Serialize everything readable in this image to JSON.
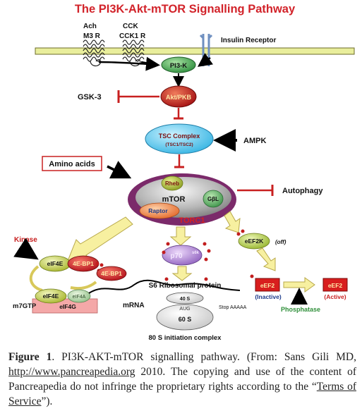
{
  "title": "The PI3K-Akt-mTOR Signalling Pathway",
  "receptors": {
    "ach": "Ach",
    "m3r": "M3 R",
    "cck": "CCK",
    "cck1r": "CCK1 R",
    "insulin_receptor": "Insulin Receptor"
  },
  "nodes": {
    "pi3k": "PI3-K",
    "akt": "Akt/PKB",
    "gsk3": "GSK-3",
    "tsc": "TSC Complex",
    "tsc_sub": "(TSC1/TSC2)",
    "ampk": "AMPK",
    "amino_acids": "Amino acids",
    "rheb": "Rheb",
    "mtor": "mTOR",
    "gbl": "GβL",
    "raptor": "Raptor",
    "torc1": "TORC1",
    "autophagy": "Autophagy",
    "kinase": "Kinase",
    "eif4e": "eIF4E",
    "ebp1": "4E-BP1",
    "eif4a": "eIF4A",
    "eif4g": "eIF4G",
    "m7gtp": "m7GTP",
    "mrna": "mRNA",
    "p70": "p70",
    "p70_sup": "s6k",
    "s6": "S6 Ribosomal protein",
    "s40": "40 S",
    "aug": "AUG",
    "s60": "60 S",
    "stop": "Stop AAAAA",
    "initiation": "80 S initiation complex",
    "eef2k": "eEF2K",
    "off": "(off)",
    "eef2": "eEF2",
    "inactive": "(Inactive)",
    "active": "(Active)",
    "phosphatase": "Phosphatase"
  },
  "caption": {
    "label": "Figure 1",
    "text_a": ". PI3K-AKT-mTOR signalling pathway. (From: Sans Gili MD, ",
    "link": "http://www.pancreapedia.org",
    "text_b": " 2010. The copying and use of the content of Pancreapedia do not infringe the proprietary rights according to the “",
    "terms": "Terms of Service",
    "text_c": "”)."
  },
  "colors": {
    "title": "#d2232a",
    "membrane": "#e9ee9c",
    "pi3k": "#3fa34d",
    "akt": "#c01a1a",
    "inhibit": "#c82020",
    "tsc": "#5ec9ec",
    "rheb": "#a8b93a",
    "gbl": "#5cae5a",
    "raptor": "#f08a4a",
    "eif4e": "#c9d448",
    "ebp1": "#d62020",
    "eif4g": "#f4a8a8",
    "p70": "#b98fd8",
    "phospho": "#c21e1e",
    "eef2k": "#b7d35a",
    "eef2": "#d81e1e",
    "phosphatase": "#2f8f3a",
    "block_arrow": "#f7f0a0"
  }
}
